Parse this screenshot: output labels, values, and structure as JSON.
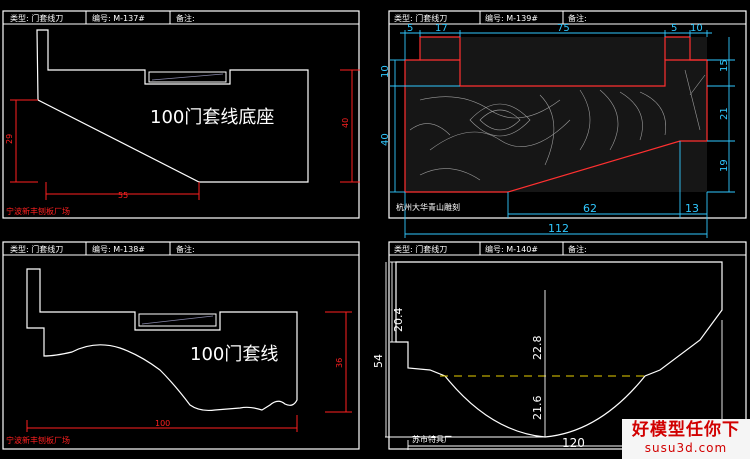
{
  "panels": {
    "p1": {
      "type_label": "类型: 门套线刀",
      "code_label": "编号: M-137#",
      "note_label": "备注:",
      "caption": "100门套线底座",
      "dims": {
        "height": "29",
        "right": "40",
        "width": "55"
      },
      "company": "宁波新丰刨板厂场"
    },
    "p2": {
      "type_label": "类型: 门套线刀",
      "code_label": "编号: M-139#",
      "note_label": "备注:",
      "dims": {
        "top_5a": "5",
        "top_17": "17",
        "top_75": "75",
        "top_5b": "5",
        "top_10": "10",
        "left_10": "10",
        "left_40": "40",
        "right_15": "15",
        "right_21": "21",
        "right_19": "19",
        "bottom_62": "62",
        "bottom_13": "13",
        "total_112": "112"
      },
      "company": "杭州大华青山雕刻"
    },
    "p3": {
      "type_label": "类型: 门套线刀",
      "code_label": "编号: M-138#",
      "note_label": "备注:",
      "caption": "100门套线",
      "dims": {
        "right": "36",
        "width": "100"
      },
      "company": "宁波新丰刨板厂场"
    },
    "p4": {
      "type_label": "类型: 门套线刀",
      "code_label": "编号: M-140#",
      "note_label": "备注:",
      "dims": {
        "left_20_4": "20.4",
        "left_54": "54",
        "inner_22_8": "22.8",
        "inner_21_6": "21.6",
        "bottom_120": "120"
      },
      "company": "苏市特具厂"
    }
  },
  "watermark": {
    "line1": "好模型任你下",
    "line2": "susu3d.com"
  },
  "colors": {
    "frame": "#ffffff",
    "dim_red": "#ff2020",
    "dim_cyan": "#30c8ff",
    "wood": "#e43030"
  }
}
